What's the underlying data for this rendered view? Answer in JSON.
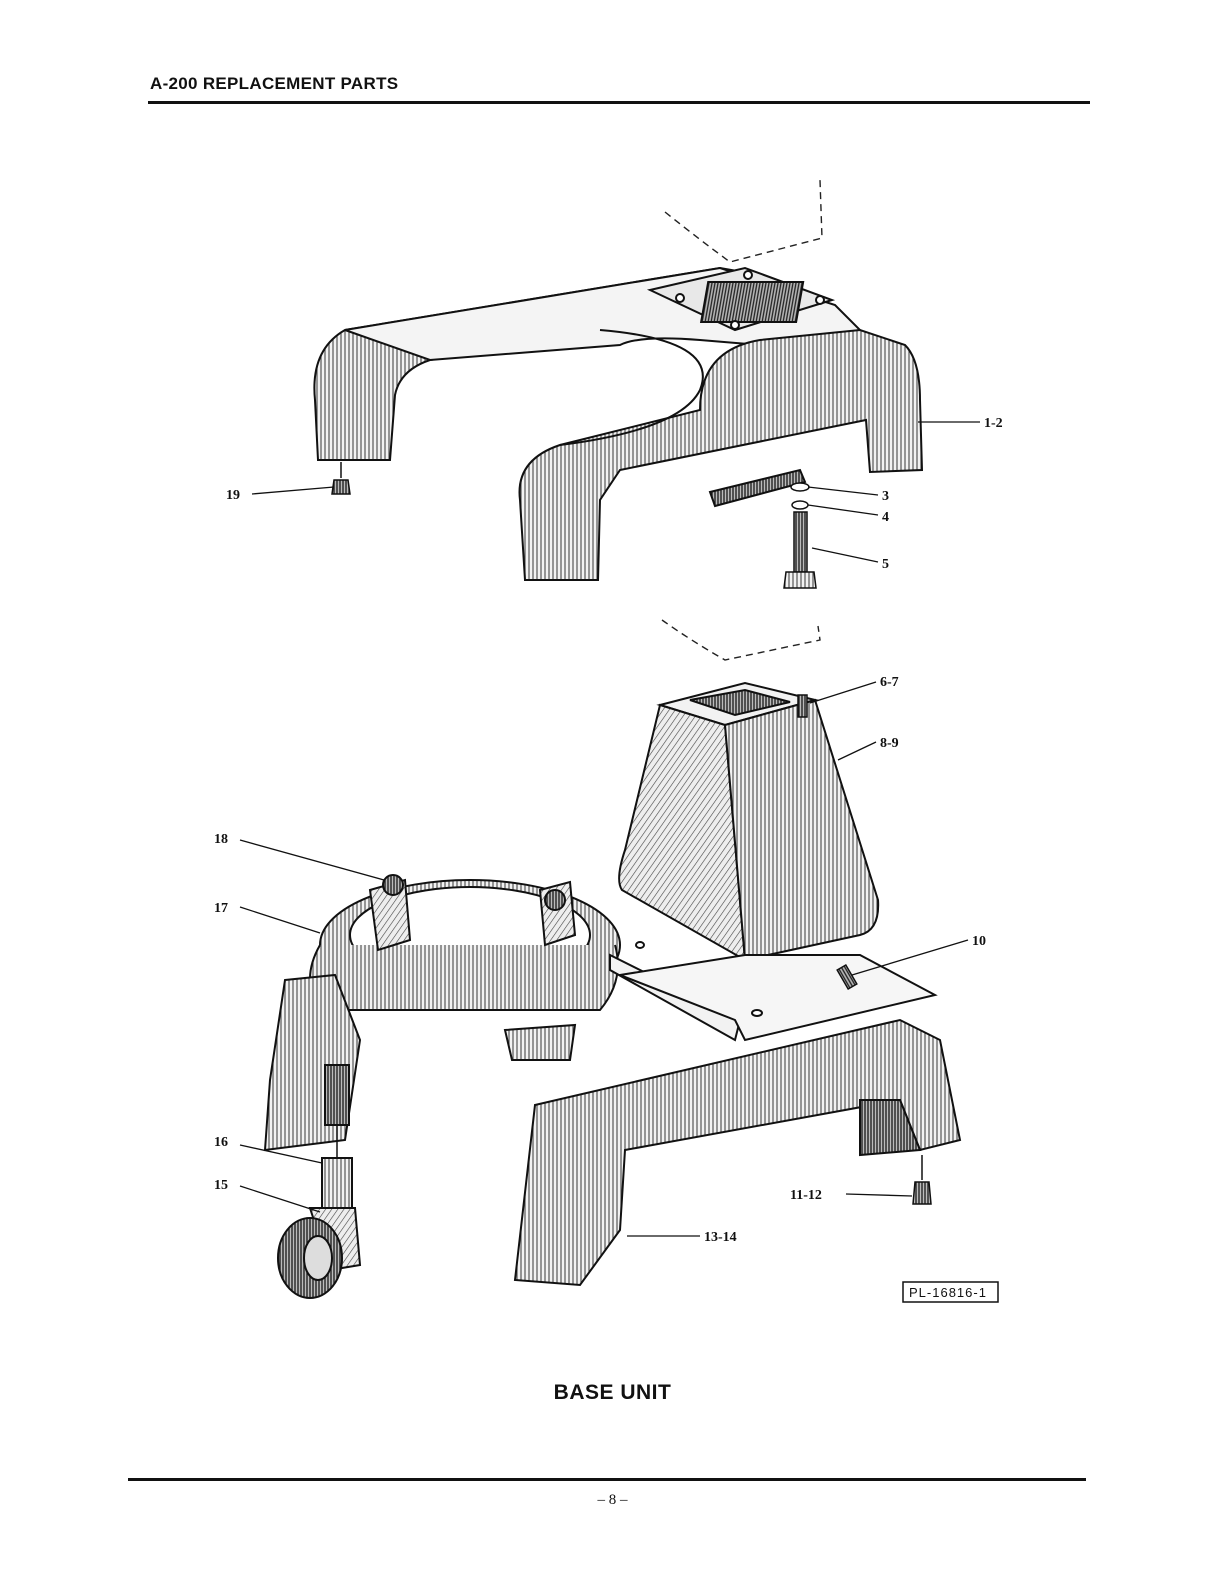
{
  "header": {
    "title": "A-200 REPLACEMENT PARTS"
  },
  "figure": {
    "caption": "BASE UNIT",
    "plate_number": "PL-16816-1",
    "callouts": {
      "c1_2": "1-2",
      "c3": "3",
      "c4": "4",
      "c5": "5",
      "c6_7": "6-7",
      "c8_9": "8-9",
      "c10": "10",
      "c11_12": "11-12",
      "c13_14": "13-14",
      "c15": "15",
      "c16": "16",
      "c17": "17",
      "c18": "18",
      "c19": "19"
    }
  },
  "footer": {
    "page_number": "– 8 –"
  }
}
